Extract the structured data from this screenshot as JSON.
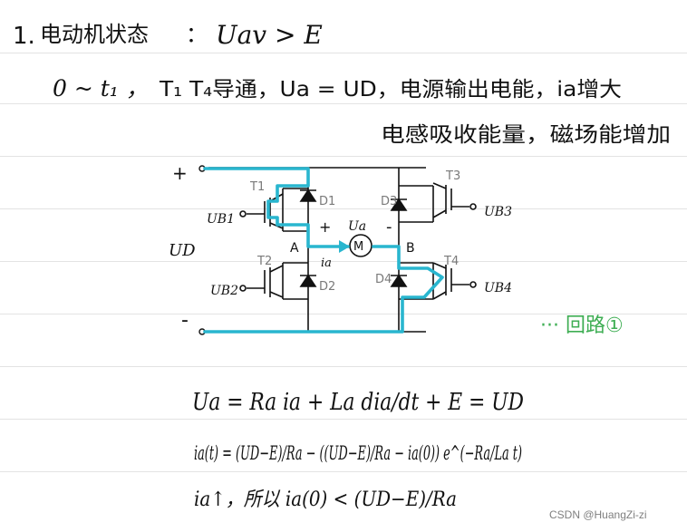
{
  "heading": {
    "number": "1.",
    "title": "电动机状态",
    "colon": "：",
    "condition": "Uav > E"
  },
  "description": {
    "interval": "0 ~ t₁ ，",
    "line1": "T₁ T₄导通，Ua = UD，电源输出电能，ia增大",
    "line2": "电感吸收能量，磁场能增加"
  },
  "circuit": {
    "plus_terminal": "+",
    "minus_terminal": "-",
    "source_label": "UD",
    "T1": "T1",
    "T2": "T2",
    "T3": "T3",
    "T4": "T4",
    "D1": "D1",
    "D2": "D2",
    "D3": "D3",
    "D4": "D4",
    "UB1": "UB1",
    "UB2": "UB2",
    "UB3": "UB3",
    "UB4": "UB4",
    "node_A": "A",
    "node_B": "B",
    "motor_plus": "+",
    "motor_minus": "-",
    "motor_voltage": "Ua",
    "motor_symbol": "M",
    "current_label": "ia",
    "loop_label": "··· 回路①",
    "colors": {
      "loop_path": "#29b6cf",
      "gray_labels": "#7a7a7a",
      "loop_annotation": "#3fae54",
      "ink": "#111111"
    }
  },
  "equations": {
    "eq1": "Ua = Ra ia + La dia/dt + E = UD",
    "eq2": "ia(t) = (UD−E)/Ra − ((UD−E)/Ra − ia(0)) e^(−Ra/La t)",
    "eq3": "ia↑，所以 ia(0) < (UD−E)/Ra"
  },
  "watermark": "CSDN @HuangZi-zi"
}
